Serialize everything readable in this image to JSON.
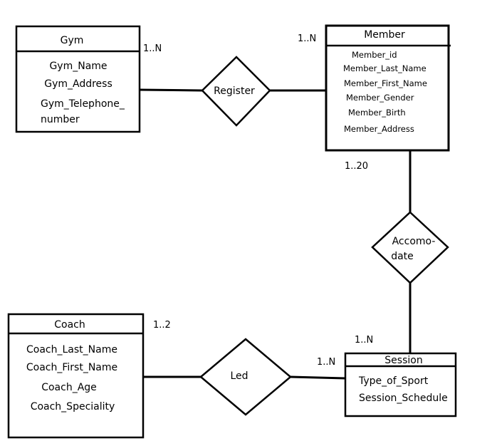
{
  "entities": {
    "gym": {
      "title": "Gym",
      "attributes": [
        "Gym_Name",
        "Gym_Address",
        "Gym_Telephone_",
        "number"
      ]
    },
    "member": {
      "title": "Member",
      "attributes": [
        "Member_id",
        "Member_Last_Name",
        "Member_First_Name",
        "Member_Gender",
        "Member_Birth",
        "Member_Address"
      ]
    },
    "coach": {
      "title": "Coach",
      "attributes": [
        "Coach_Last_Name",
        "Coach_First_Name",
        "Coach_Age",
        "Coach_Speciality"
      ]
    },
    "session": {
      "title": "Session",
      "attributes": [
        "Type_of_Sport",
        "Session_Schedule"
      ]
    }
  },
  "relationships": {
    "register": {
      "label": "Register"
    },
    "accomodate": {
      "label_line1": "Accomo-",
      "label_line2": "date"
    },
    "led": {
      "label": "Led"
    }
  },
  "cardinalities": {
    "gym_register": "1..N",
    "member_register": "1..N",
    "member_accomodate": "1..20",
    "session_accomodate": "1..N",
    "coach_led": "1..2",
    "session_led": "1..N"
  }
}
